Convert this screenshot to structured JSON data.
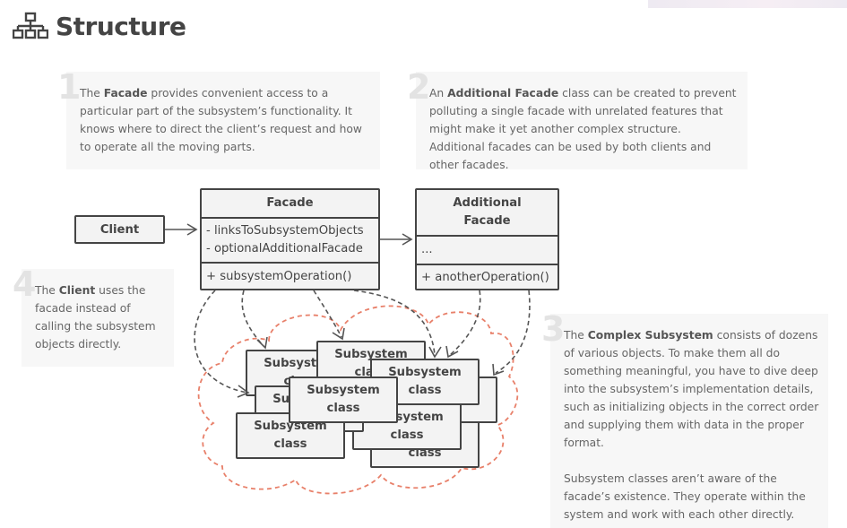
{
  "title": "Structure",
  "notes": {
    "n1": {
      "num": "1",
      "pre": "The ",
      "bold": "Facade",
      "rest": " provides convenient access to a particular part of the subsystem’s functionality. It knows where to direct the client’s request and how to operate all the moving parts."
    },
    "n2": {
      "num": "2",
      "pre": "An ",
      "bold": "Additional Facade",
      "rest": " class can be created to prevent polluting a single facade with unrelated features that might make it yet another complex structure. Additional facades can be used by both clients and other facades."
    },
    "n3": {
      "num": "3",
      "pre": "The ",
      "bold": "Complex Subsystem",
      "rest": " consists of dozens of various objects. To make them all do something meaningful, you have to dive deep into the subsystem’s implementation details, such as initializing objects in the correct order and supplying them with data in the proper format.",
      "p2": "Subsystem classes aren’t aware of the facade’s existence. They operate within the system and work with each other directly."
    },
    "n4": {
      "num": "4",
      "pre": "The ",
      "bold": "Client",
      "rest": " uses the facade instead of calling the subsystem objects directly."
    }
  },
  "client": {
    "label": "Client"
  },
  "facade": {
    "name": "Facade",
    "field1": "- linksToSubsystemObjects",
    "field2": "- optionalAdditionalFacade",
    "method": "+ subsystemOperation()"
  },
  "additional_facade": {
    "name1": "Additional",
    "name2": "Facade",
    "fields": "...",
    "method": "+ anotherOperation()"
  },
  "subsystem": {
    "line1": "Subsystem",
    "line2": "class"
  },
  "colors": {
    "dashed_cloud": "#e8806a",
    "arrow": "#555555",
    "box_fill": "#f3f3f3",
    "note_bg": "#f7f7f7"
  },
  "icons": {
    "title": "hierarchy-icon"
  }
}
